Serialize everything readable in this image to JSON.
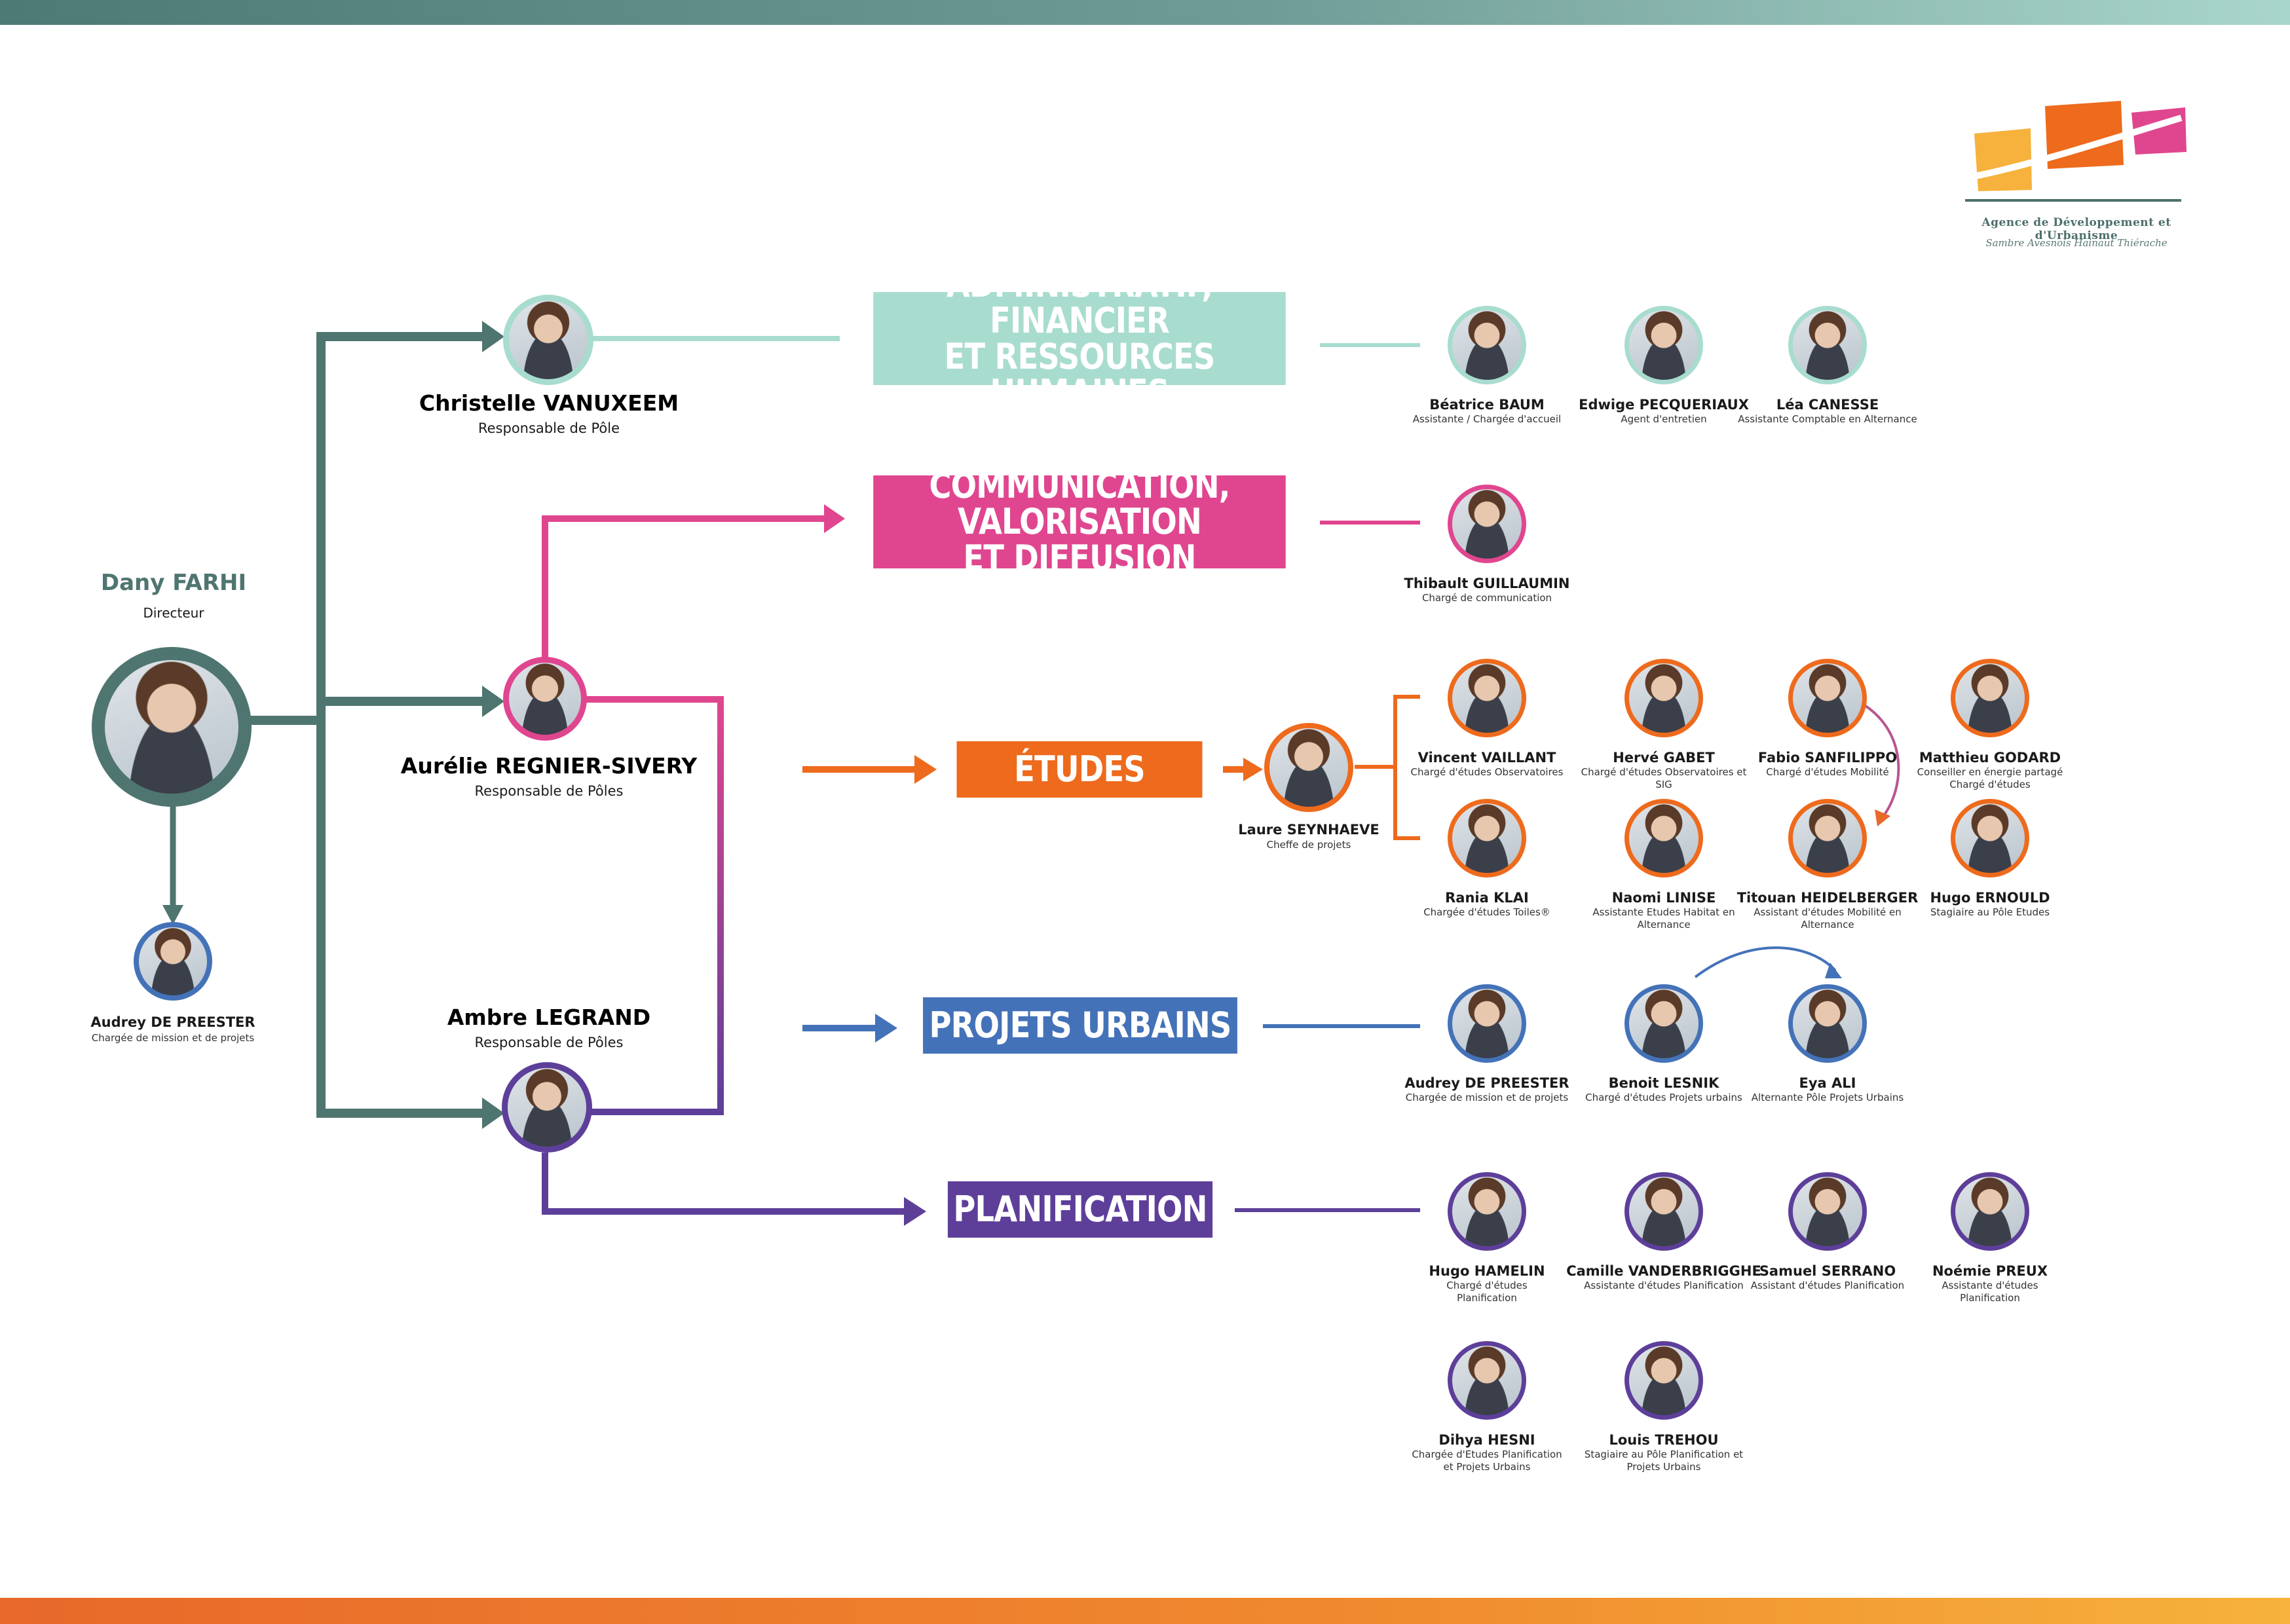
{
  "colors": {
    "director": "#4f7570",
    "admin": "#a8dccf",
    "admin_text": "#a8dccf",
    "communication": "#e0468f",
    "etudes": "#ee6a1c",
    "projets": "#4472b8",
    "planification": "#5d3f9a"
  },
  "logo": {
    "title": "Agence de Développement et d'Urbanisme",
    "subtitle": "Sambre Avesnois Hainaut Thiérache"
  },
  "director": {
    "name": "Dany FARHI",
    "role": "Directeur"
  },
  "director_assistant": {
    "name": "Audrey DE PREESTER",
    "role": "Chargée de mission et de projets"
  },
  "leads": {
    "christelle": {
      "name": "Christelle VANUXEEM",
      "role": "Responsable de Pôle"
    },
    "aurelie": {
      "name": "Aurélie REGNIER-SIVERY",
      "role": "Responsable de Pôles"
    },
    "ambre": {
      "name": "Ambre LEGRAND",
      "role": "Responsable de Pôles"
    }
  },
  "poles": {
    "admin": "ADMINISTRATIF, FINANCIER\nET RESSOURCES HUMAINES",
    "communication": "COMMUNICATION, VALORISATION\nET DIFFUSION",
    "etudes": "ÉTUDES",
    "projets": "PROJETS URBAINS",
    "planification": "PLANIFICATION"
  },
  "etudes_lead": {
    "name": "Laure SEYNHAEVE",
    "role": "Cheffe de projets"
  },
  "people": {
    "admin": [
      {
        "name": "Béatrice BAUM",
        "role": "Assistante / Chargée d'accueil"
      },
      {
        "name": "Edwige PECQUERIAUX",
        "role": "Agent d'entretien"
      },
      {
        "name": "Léa CANESSE",
        "role": "Assistante Comptable en Alternance"
      }
    ],
    "communication": [
      {
        "name": "Thibault GUILLAUMIN",
        "role": "Chargé de communication"
      }
    ],
    "etudes": [
      {
        "name": "Vincent VAILLANT",
        "role": "Chargé d'études Observatoires"
      },
      {
        "name": "Hervé GABET",
        "role": "Chargé d'études Observatoires et SIG"
      },
      {
        "name": "Fabio SANFILIPPO",
        "role": "Chargé d'études Mobilité"
      },
      {
        "name": "Matthieu GODARD",
        "role": "Conseiller en énergie partagé\nChargé d'études"
      },
      {
        "name": "Rania KLAI",
        "role": "Chargée d'études Toiles®"
      },
      {
        "name": "Naomi LINISE",
        "role": "Assistante Etudes Habitat en\nAlternance"
      },
      {
        "name": "Titouan HEIDELBERGER",
        "role": "Assistant d'études Mobilité en\nAlternance"
      },
      {
        "name": "Hugo ERNOULD",
        "role": "Stagiaire au Pôle Etudes"
      }
    ],
    "projets": [
      {
        "name": "Audrey DE PREESTER",
        "role": "Chargée de mission et de projets"
      },
      {
        "name": "Benoit LESNIK",
        "role": "Chargé d'études Projets urbains"
      },
      {
        "name": "Eya ALI",
        "role": "Alternante Pôle Projets Urbains"
      }
    ],
    "planification": [
      {
        "name": "Hugo HAMELIN",
        "role": "Chargé d'études\nPlanification"
      },
      {
        "name": "Camille VANDERBRIGGHE",
        "role": "Assistante d'études Planification"
      },
      {
        "name": "Samuel SERRANO",
        "role": "Assistant d'études Planification"
      },
      {
        "name": "Noémie PREUX",
        "role": "Assistante d'études\nPlanification"
      },
      {
        "name": "Dihya HESNI",
        "role": "Chargée d'Etudes Planification\net Projets Urbains"
      },
      {
        "name": "Louis TREHOU",
        "role": "Stagiaire au Pôle Planification et\nProjets Urbains"
      }
    ]
  }
}
